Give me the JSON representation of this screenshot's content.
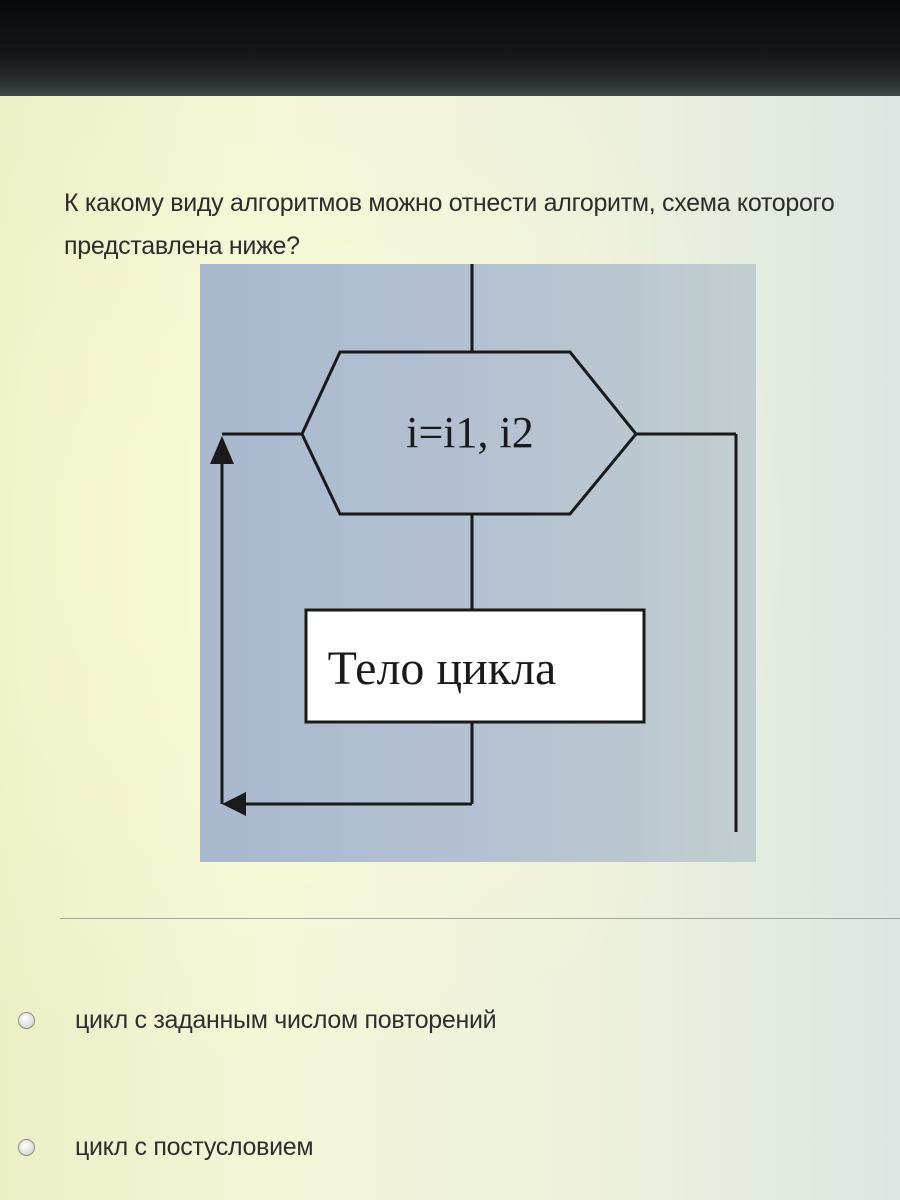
{
  "question": {
    "text": "К какому виду алгоритмов можно отнести алгоритм, схема которого представлена ниже?"
  },
  "flowchart": {
    "loop_header_label": "i=i1, i2",
    "body_label": "Тело цикла",
    "colors": {
      "panel_left": "#a9b8ce",
      "panel_right": "#c2cece",
      "stroke": "#1a1a1a",
      "box_fill": "#ffffff"
    }
  },
  "options": [
    {
      "label": "цикл с заданным числом повторений",
      "selected": false
    },
    {
      "label": "цикл с постусловием",
      "selected": false
    }
  ]
}
